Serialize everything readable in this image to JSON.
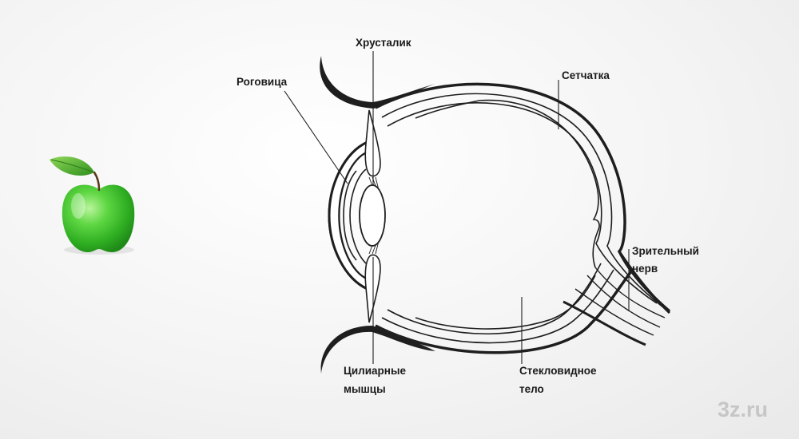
{
  "labels": {
    "cornea": "Роговица",
    "lens": "Хрусталик",
    "retina": "Сетчатка",
    "optic_nerve_line1": "Зрительный",
    "optic_nerve_line2": "нерв",
    "ciliary_line1": "Цилиарные",
    "ciliary_line2": "мышцы",
    "vitreous_line1": "Стекловидное",
    "vitreous_line2": "тело"
  },
  "watermark": "3z.ru",
  "icons": {
    "apple": "green-apple-icon"
  },
  "colors": {
    "apple": "#3fc62e",
    "leaf": "#4aa82a",
    "outline": "#1e1e1e",
    "watermark": "#c6c6c6"
  }
}
